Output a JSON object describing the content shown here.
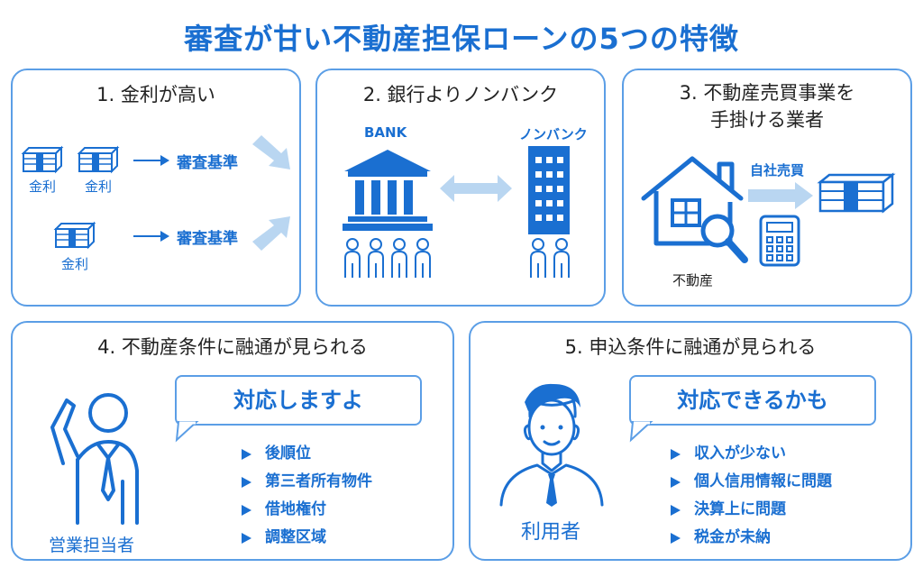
{
  "title": "審査が甘い不動産担保ローンの5つの特徴",
  "card1": {
    "title": "1. 金利が高い",
    "interest_label": "金利",
    "criteria_label": "審査基準"
  },
  "card2": {
    "title": "2. 銀行よりノンバンク",
    "bank_label": "BANK",
    "nonbank_label": "ノンバンク"
  },
  "card3": {
    "title_line1": "3. 不動産売買事業を",
    "title_line2": "手掛ける業者",
    "self_sale_label": "自社売買",
    "real_estate_label": "不動産"
  },
  "card4": {
    "title": "4. 不動産条件に融通が見られる",
    "bubble": "対応しますよ",
    "items": [
      "後順位",
      "第三者所有物件",
      "借地権付",
      "調整区域"
    ],
    "person_label": "営業担当者"
  },
  "card5": {
    "title": "5. 申込条件に融通が見られる",
    "bubble": "対応できるかも",
    "items": [
      "収入が少ない",
      "個人信用情報に問題",
      "決算上に問題",
      "税金が未納"
    ],
    "person_label": "利用者"
  },
  "colors": {
    "primary": "#1a6fd1",
    "border": "#5b9ee6",
    "light_arrow": "#b9d6f1"
  },
  "icons": [
    "money-stack-icon",
    "arrow-right-icon",
    "diagonal-arrow-icon",
    "bank-icon",
    "building-icon",
    "person-icon",
    "house-icon",
    "magnifier-icon",
    "calculator-icon",
    "salesperson-icon",
    "customer-icon"
  ]
}
